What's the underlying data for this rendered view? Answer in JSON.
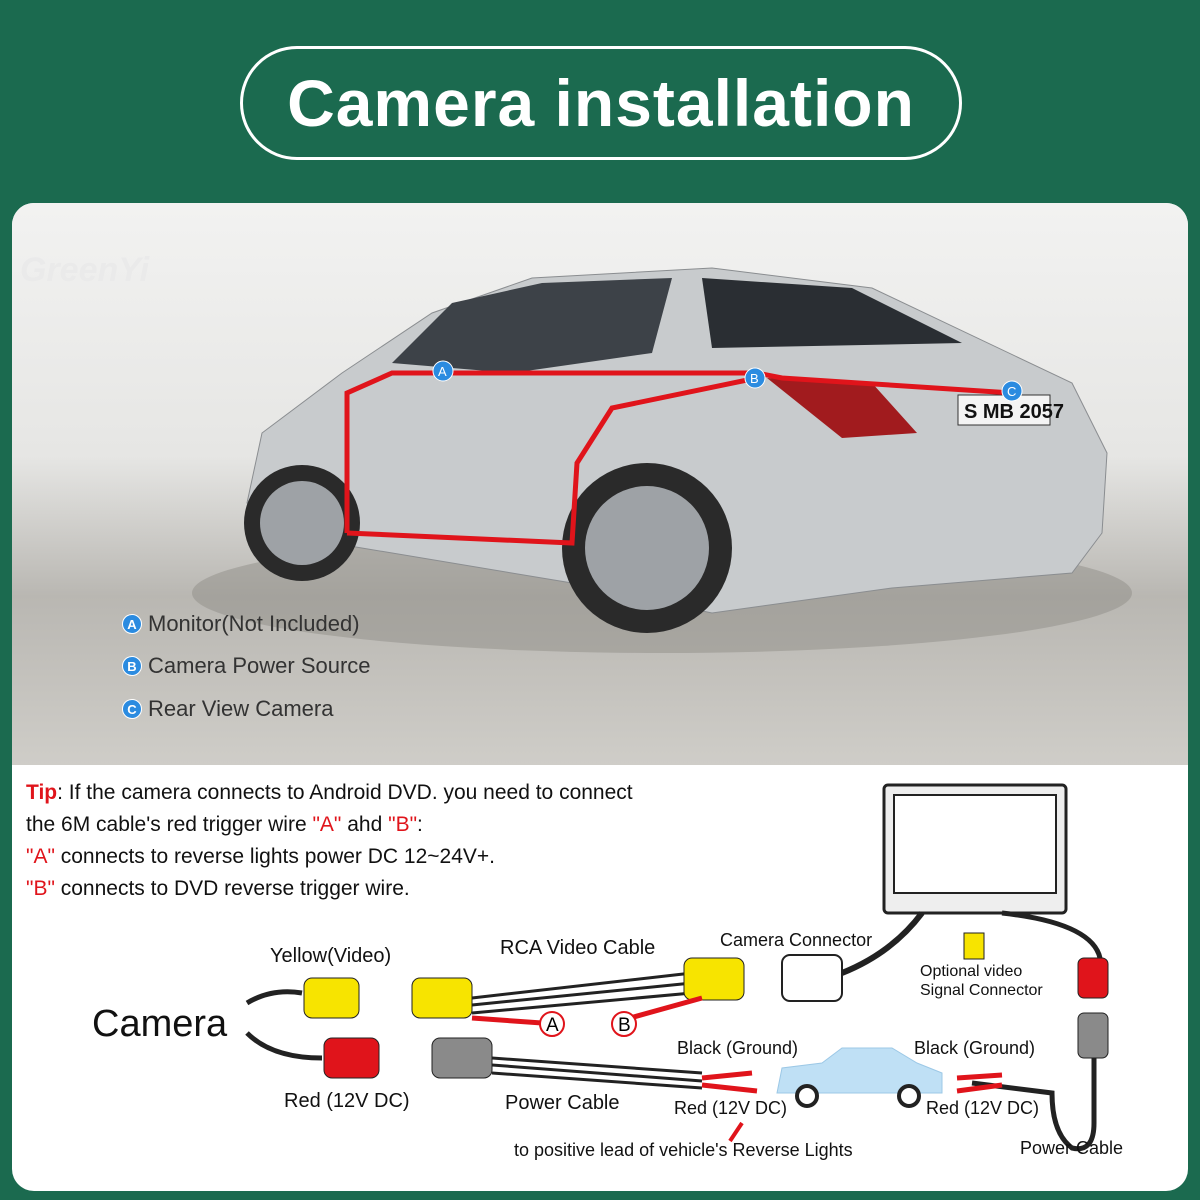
{
  "title": "Camera installation",
  "watermark": "GreenYi",
  "car": {
    "plate": "S MB 2057",
    "markers": [
      "A",
      "B",
      "C"
    ]
  },
  "legend": [
    {
      "letter": "A",
      "text": "Monitor(Not Included)"
    },
    {
      "letter": "B",
      "text": "Camera Power Source"
    },
    {
      "letter": "C",
      "text": "Rear View Camera"
    }
  ],
  "tip": {
    "label": "Tip",
    "line1": ": If the camera connects to Android DVD. you need to connect",
    "line2a": "the 6M cable's red trigger wire ",
    "a": "\"A\"",
    "line2b": " ahd ",
    "b": "\"B\"",
    "line2c": ":",
    "line3": " connects to reverse lights power DC 12~24V+.",
    "line4": " connects to DVD reverse trigger wire."
  },
  "diagram": {
    "camera": "Camera",
    "yellow_video": "Yellow(Video)",
    "rca_cable": "RCA Video Cable",
    "camera_connector": "Camera Connector",
    "optional_video": "Optional video",
    "signal_connector": "Signal Connector",
    "red_12v": "Red (12V DC)",
    "power_cable": "Power Cable",
    "black_ground_1": "Black (Ground)",
    "red_12v_2": "Red (12V DC)",
    "black_ground_2": "Black (Ground)",
    "red_12v_3": "Red (12V DC)",
    "power_cable_2": "Power Cable",
    "reverse_note": "to positive lead of vehicle's Reverse Lights",
    "marker_a": "A",
    "marker_b": "B"
  },
  "colors": {
    "frame": "#1b6a4f",
    "wire": "#e0141b",
    "marker": "#2b8be0"
  }
}
